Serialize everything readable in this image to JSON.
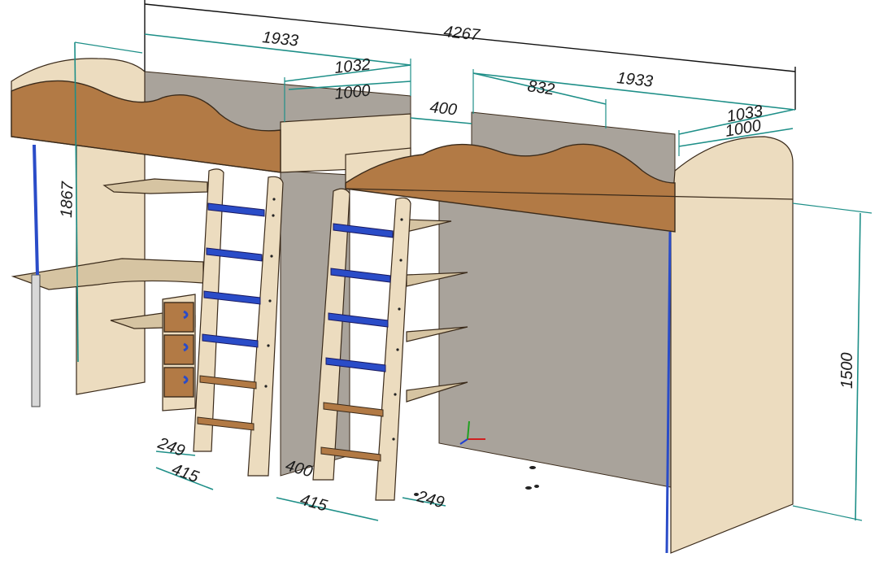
{
  "dimensions": {
    "overall_length": "4267",
    "bed_length_left": "1933",
    "bed_length_right": "1933",
    "bed_width_left_outer": "1032",
    "bed_width_left_inner": "1000",
    "bed_width_right_outer": "1033",
    "bed_width_right_inner": "1000",
    "gap_between_beds": "400",
    "right_offset": "832",
    "left_height": "1867",
    "right_height": "1500",
    "ladder_step_left": "249",
    "ladder_base_left": "415",
    "ladder_gap_bottom": "400",
    "ladder_base_right": "415",
    "ladder_step_right": "249"
  },
  "colors": {
    "dimension": "#1e8f88",
    "panel_light": "#ecdcbf",
    "panel_brown": "#b27a45",
    "back_panel": "#a9a39b",
    "step_blue": "#2a4cc8"
  },
  "axis_triad": {
    "x": "x",
    "y": "y",
    "z": "z"
  }
}
